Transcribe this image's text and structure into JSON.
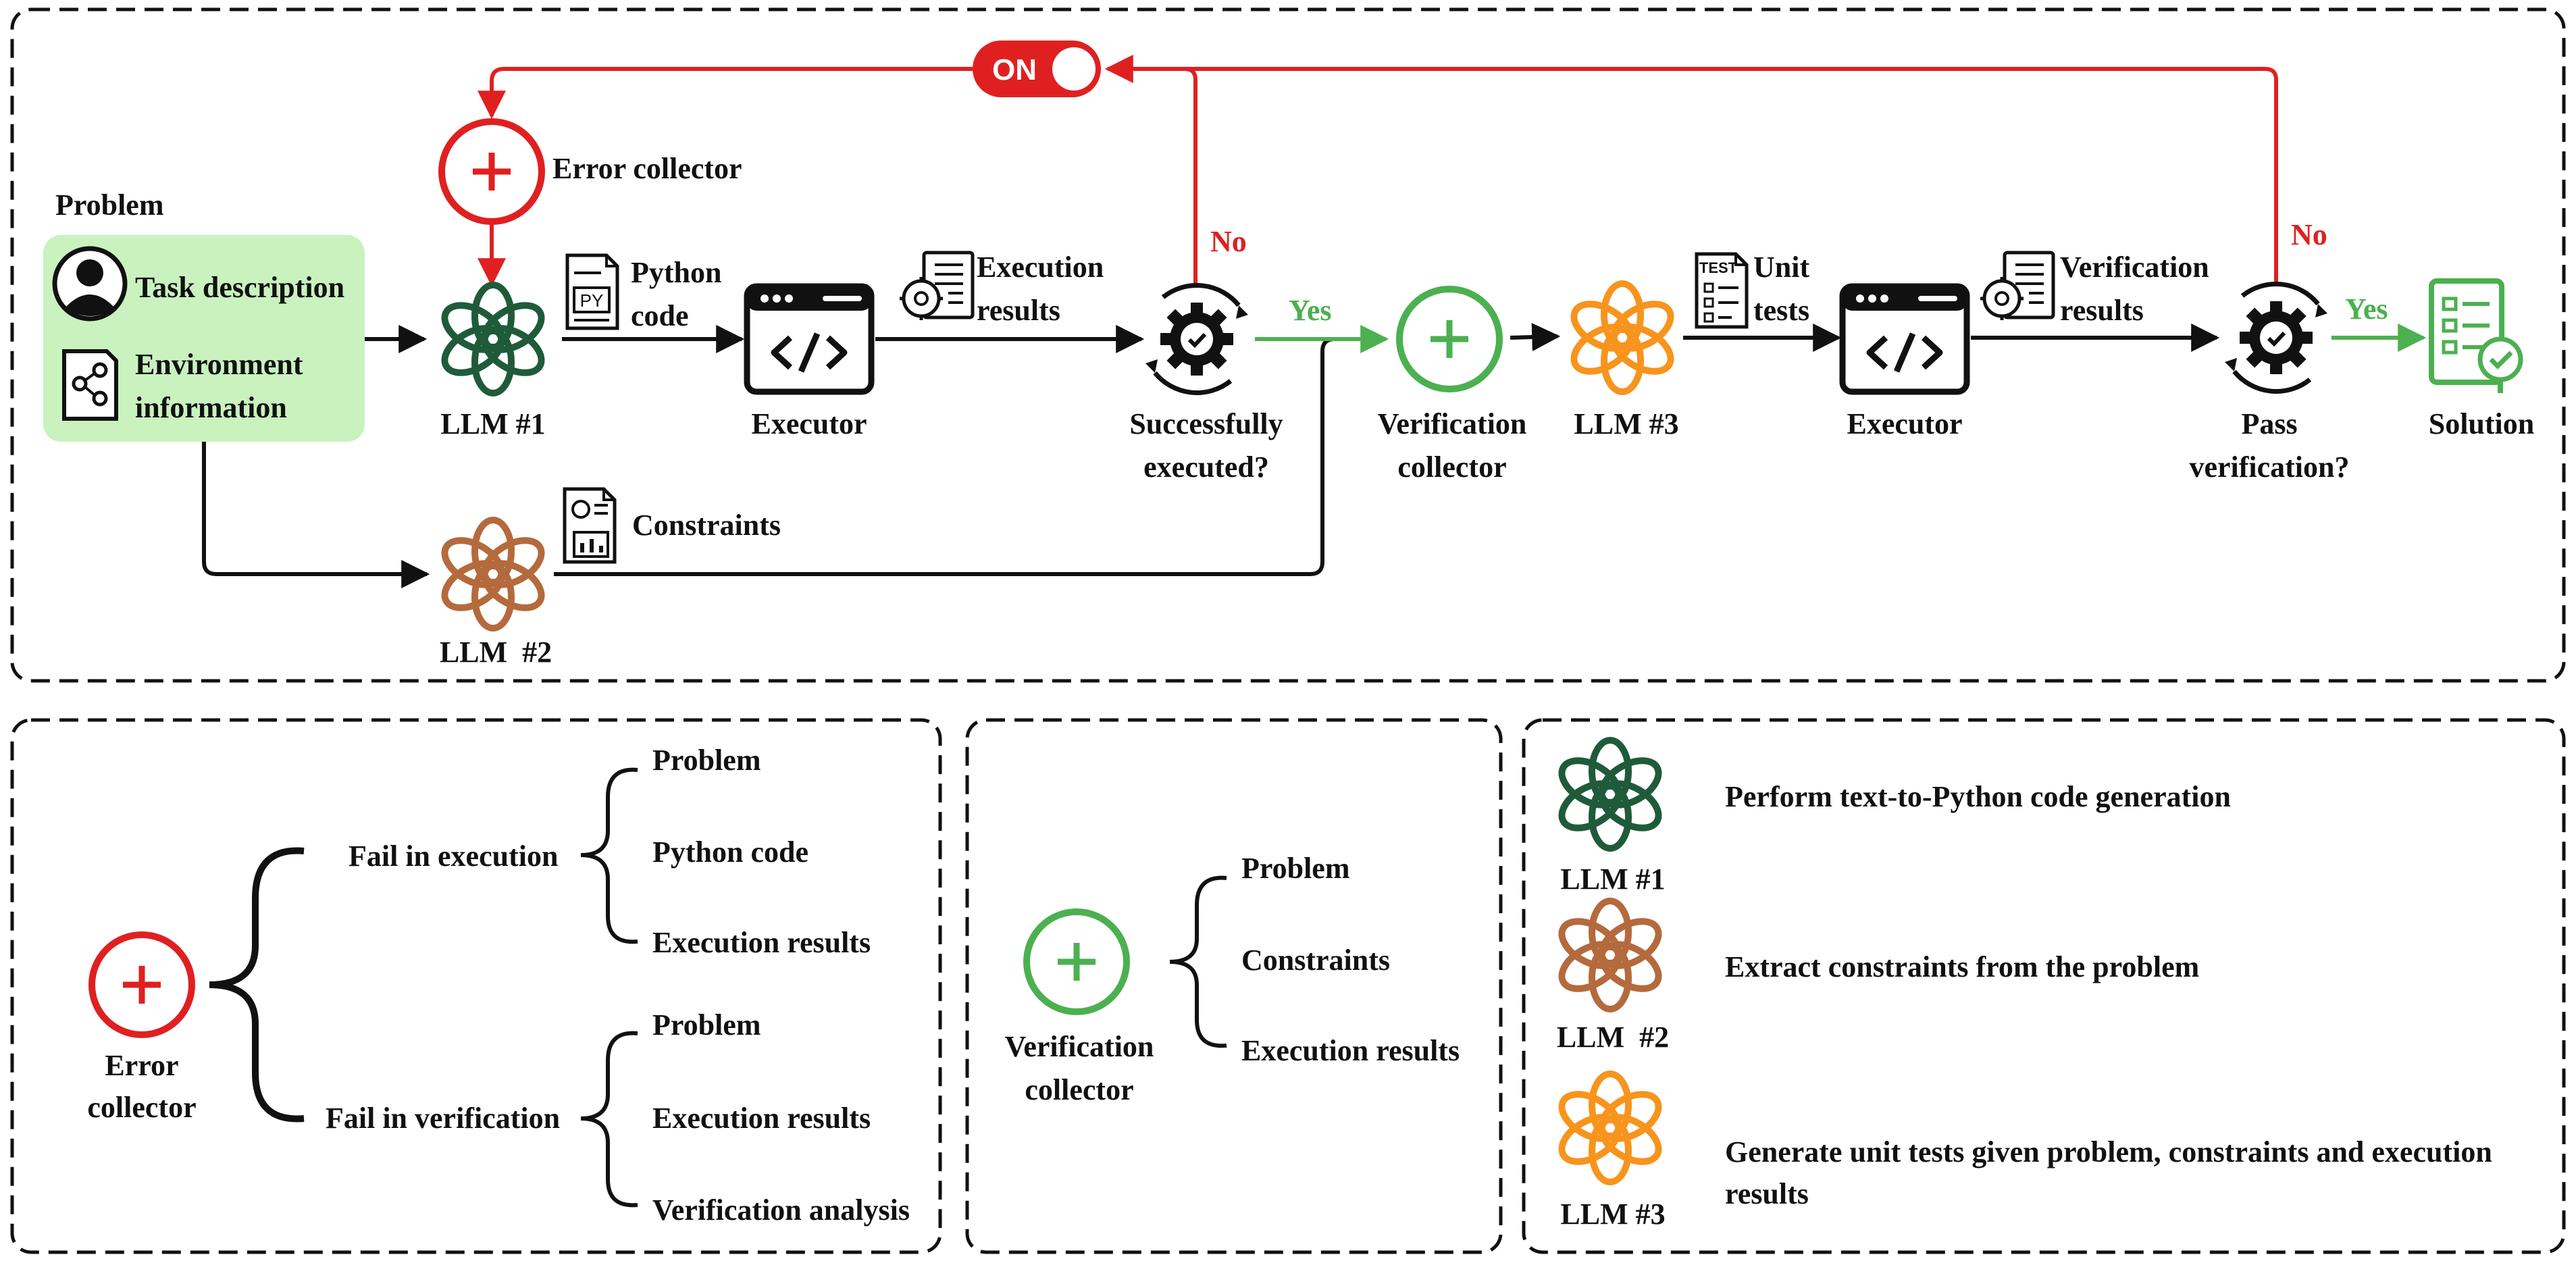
{
  "colors": {
    "red": "#e02020",
    "green": "#4cb050",
    "green_fill": "#c9f2bf",
    "dark": "#111111",
    "llm1": "#1f5b3a",
    "llm2": "#b46a3c",
    "llm3": "#f7941d"
  },
  "toggle": {
    "label": "ON"
  },
  "top": {
    "problem_title": "Problem",
    "task_description": "Task description",
    "env_info_line1": "Environment",
    "env_info_line2": "information",
    "error_collector": "Error collector",
    "llm1": "LLM #1",
    "llm2": "LLM  #2",
    "llm3": "LLM #3",
    "python_code_line1": "Python",
    "python_code_line2": "code",
    "py_doc": "PY",
    "executor1": "Executor",
    "executor2": "Executor",
    "execution_results_line1": "Execution",
    "execution_results_line2": "results",
    "success_line1": "Successfully",
    "success_line2": "executed?",
    "no1": "No",
    "yes1": "Yes",
    "verification_collector_line1": "Verification",
    "verification_collector_line2": "collector",
    "unit_tests_line1": "Unit",
    "unit_tests_line2": "tests",
    "test_doc": "TEST",
    "verification_results_line1": "Verification",
    "verification_results_line2": "results",
    "pass_line1": "Pass",
    "pass_line2": "verification?",
    "no2": "No",
    "yes2": "Yes",
    "solution": "Solution",
    "constraints": "Constraints"
  },
  "error_panel": {
    "collector_line1": "Error",
    "collector_line2": "collector",
    "fail_execution": "Fail in execution",
    "fail_verification": "Fail in verification",
    "exec_items": [
      "Problem",
      "Python code",
      "Execution results"
    ],
    "verif_items": [
      "Problem",
      "Execution results",
      "Verification analysis"
    ]
  },
  "verification_panel": {
    "collector_line1": "Verification",
    "collector_line2": "collector",
    "items": [
      "Problem",
      "Constraints",
      "Execution results"
    ]
  },
  "llm_panel": {
    "llm1_label": "LLM #1",
    "llm1_desc": "Perform text-to-Python code generation",
    "llm2_label": "LLM  #2",
    "llm2_desc": "Extract constraints from the problem",
    "llm3_label": "LLM #3",
    "llm3_desc_line1": "Generate unit tests given problem, constraints and execution",
    "llm3_desc_line2": "results"
  }
}
